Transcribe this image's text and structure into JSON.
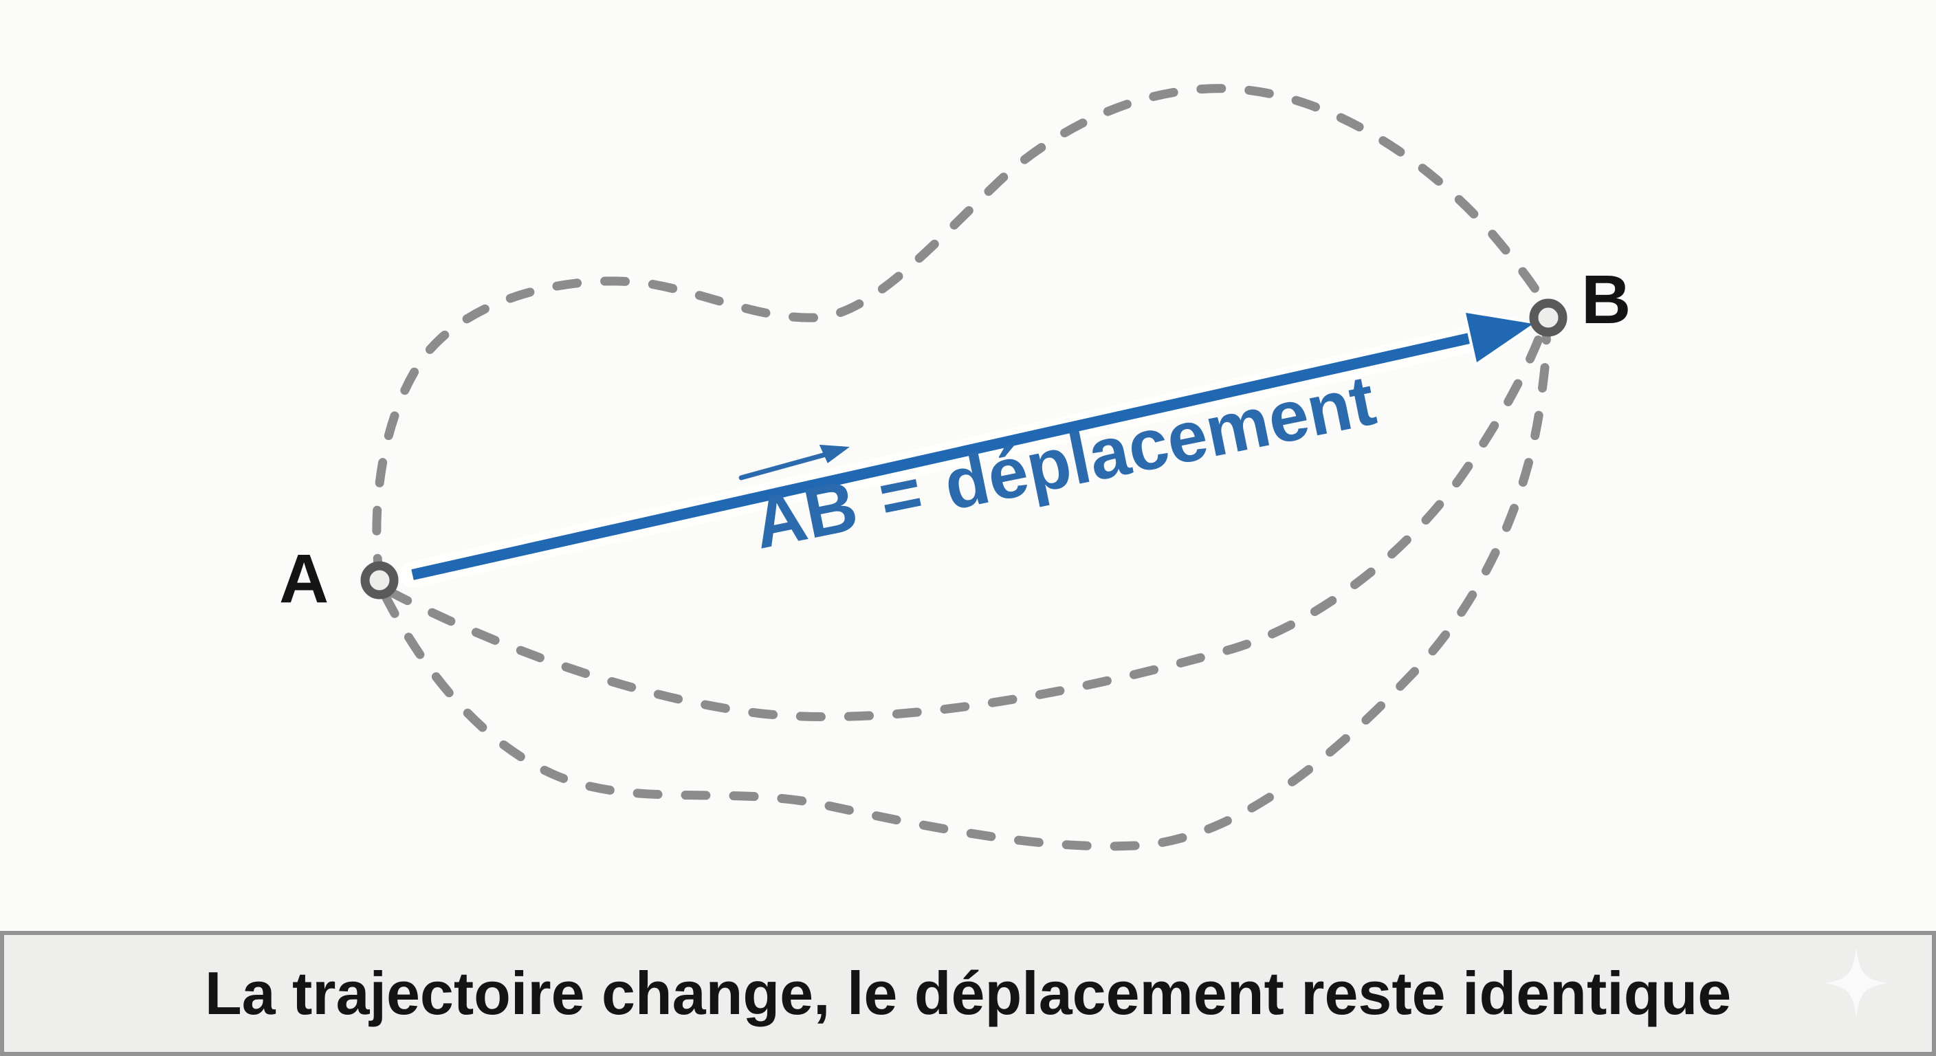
{
  "colors": {
    "background": "#fbfbf9",
    "trajectory_gray": "#8c8c8c",
    "arrow_blue": "#2168b3",
    "label_blue": "#2b6aad",
    "text_dark": "#141414",
    "node_ring": "#5a5a5a",
    "node_fill": "#ededeb",
    "caption_bg": "#eeeeec",
    "caption_border": "#939393",
    "sparkle_white": "#fafafa"
  },
  "diagram": {
    "point_a": {
      "label": "A"
    },
    "point_b": {
      "label": "B"
    },
    "vector_label": {
      "symbol": "AB",
      "equals": "=",
      "value": "déplacement"
    },
    "trajectories_count": 3
  },
  "caption": {
    "text": "La trajectoire change, le déplacement reste identique"
  },
  "icons": {
    "sparkle": "four-pointed sparkle star"
  }
}
